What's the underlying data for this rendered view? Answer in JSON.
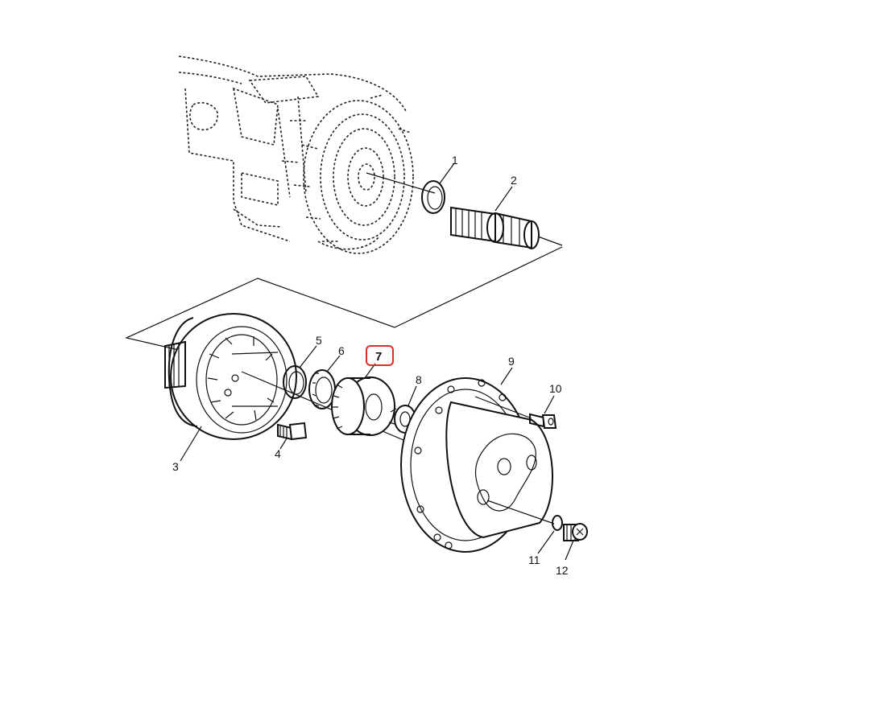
{
  "diagram": {
    "callouts": [
      {
        "id": "1",
        "label": "1"
      },
      {
        "id": "2",
        "label": "2"
      },
      {
        "id": "3",
        "label": "3"
      },
      {
        "id": "4",
        "label": "4"
      },
      {
        "id": "5",
        "label": "5"
      },
      {
        "id": "6",
        "label": "6"
      },
      {
        "id": "7",
        "label": "7",
        "highlighted": true
      },
      {
        "id": "8",
        "label": "8"
      },
      {
        "id": "9",
        "label": "9"
      },
      {
        "id": "10",
        "label": "10"
      },
      {
        "id": "11",
        "label": "11"
      },
      {
        "id": "12",
        "label": "12"
      }
    ],
    "highlight_color": "#d9302c",
    "line_color": "#111111"
  }
}
